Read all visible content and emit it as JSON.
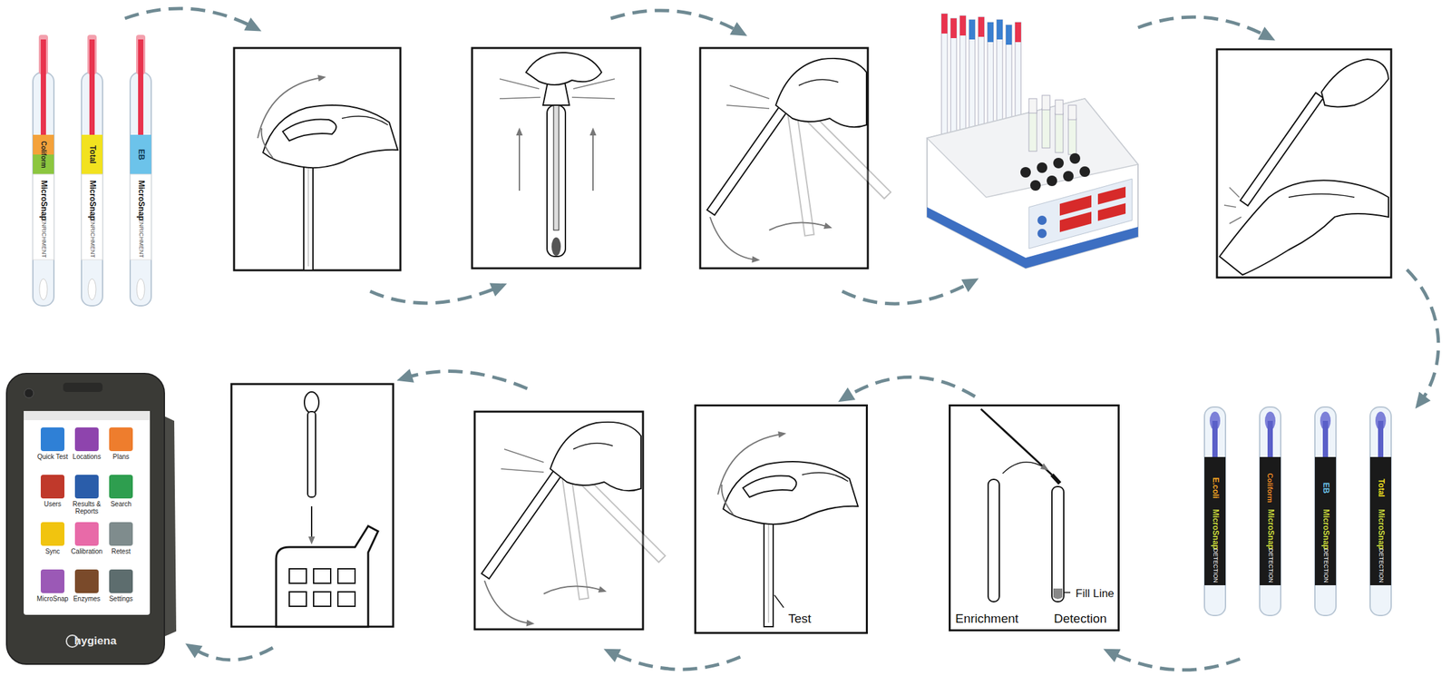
{
  "diagram": {
    "nodes": [
      {
        "text": [
          "Test"
        ]
      },
      {
        "text": [
          "Fill Line",
          "Enrichment",
          "Detection"
        ]
      }
    ],
    "edges": [
      {
        "from": 1,
        "to": 0,
        "arrow": "to"
      }
    ],
    "labels": [
      "Coliform",
      "MicroSnap",
      "ENRICHMENT",
      "Total",
      "MicroSnap",
      "ENRICHMENT",
      "EB",
      "MicroSnap",
      "ENRICHMENT",
      "E.coli",
      "MicroSnap",
      "DETECTION",
      "Coliform",
      "MicroSnap",
      "DETECTION",
      "EB",
      "MicroSnap",
      "DETECTION",
      "Total",
      "MicroSnap",
      "DETECTION",
      "Quick Test",
      "Locations",
      "Plans",
      "Users",
      "Results & Reports",
      "Search",
      "Sync",
      "Calibration",
      "Retest",
      "MicroSnap",
      "Enzymes",
      "Settings",
      "hygiena"
    ]
  }
}
